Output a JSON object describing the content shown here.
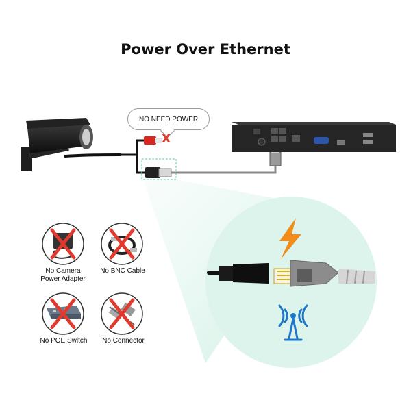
{
  "title": "Power Over Ethernet",
  "callout": {
    "text": "NO NEED POWER"
  },
  "connector_mark": "X",
  "icons": [
    {
      "label": "No Camera Power Adapter",
      "icon": "power-adapter-icon"
    },
    {
      "label": "No BNC Cable",
      "icon": "bnc-cable-icon"
    },
    {
      "label": "No POE Switch",
      "icon": "poe-switch-icon"
    },
    {
      "label": "No Connector",
      "icon": "connector-icon"
    }
  ],
  "colors": {
    "forbidden": "#e03a2f",
    "power": "#f28c1a",
    "signal": "#1e78c8",
    "zoom": "#dff5ee"
  }
}
